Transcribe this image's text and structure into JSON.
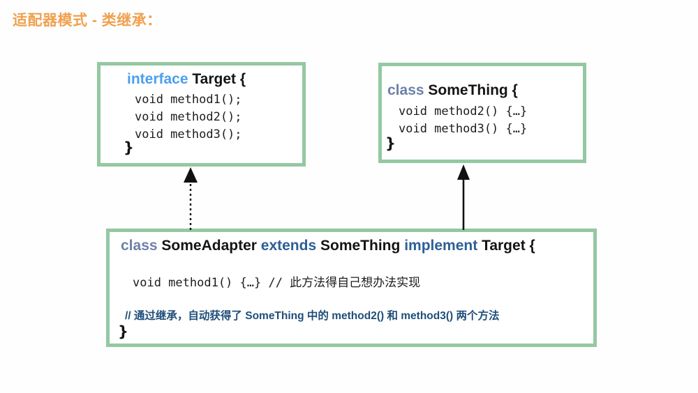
{
  "slide": {
    "title": "适配器模式 - 类继承：",
    "title_color": "#f0a04f",
    "background_color": "#fefefe",
    "box_border_color": "#94c8a2"
  },
  "boxes": {
    "target": {
      "name": "Target interface",
      "signature": {
        "keyword": "interface",
        "keyword_color": "#4a9ff0",
        "type_name": "Target {"
      },
      "members": [
        "void method1();",
        "void method2();",
        "void method3();"
      ],
      "closing_brace": "}"
    },
    "something": {
      "name": "SomeThing class",
      "signature": {
        "keyword": "class",
        "keyword_color": "#6e80a8",
        "type_name": "SomeThing {"
      },
      "members": [
        "void method2() {…}",
        "void method3() {…}"
      ],
      "closing_brace": "}"
    },
    "adapter": {
      "name": "SomeAdapter class",
      "signature": {
        "kw_class": "class",
        "class_name": "SomeAdapter",
        "kw_extends": "extends",
        "super_name": "SomeThing",
        "kw_implement": "implement",
        "interface_name": "Target {",
        "keyword_color": "#2d5f96"
      },
      "impl_line": "void method1() {…} // 此方法得自己想办法实现",
      "note_line": "// 通过继承，自动获得了 SomeThing 中的 method2() 和 method3() 两个方法",
      "note_color": "#1f4e79",
      "closing_brace": "}"
    }
  },
  "arrows": {
    "implements": {
      "label": "implements-arrow",
      "style": "dotted",
      "from": "SomeAdapter",
      "to": "Target"
    },
    "extends": {
      "label": "extends-arrow",
      "style": "solid",
      "from": "SomeAdapter",
      "to": "SomeThing"
    }
  }
}
